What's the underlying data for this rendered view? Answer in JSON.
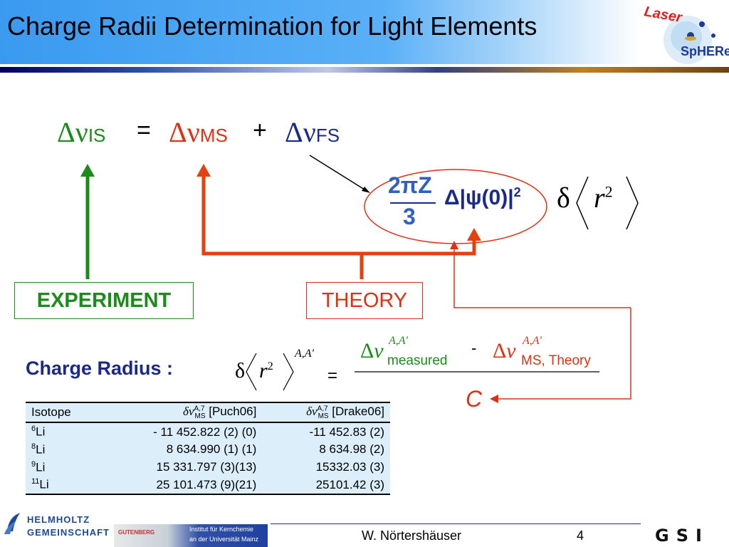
{
  "header": {
    "title": "Charge Radii Determination for Light Elements",
    "logo": {
      "text_top": "Laser",
      "text_bottom": "SpHERe"
    }
  },
  "equation": {
    "lhs_sub": "IS",
    "equals": "=",
    "ms_sub": "MS",
    "plus": "+",
    "fs_sub": "FS",
    "frac_num": "2πZ",
    "frac_den": "3",
    "psi": "Δ|ψ(0)|",
    "psi_exp": "2"
  },
  "labels": {
    "experiment": "EXPERIMENT",
    "theory": "THEORY"
  },
  "charge_radius": {
    "label": "Charge Radius :",
    "superscript": "A,A'",
    "equals": "=",
    "measured_sub": "measured",
    "measured_sup": "A,A'",
    "minus": "-",
    "theory_sub": "MS, Theory",
    "theory_sup": "A,A'",
    "constant": "C"
  },
  "table": {
    "headers": [
      "Isotope",
      "[Puch06]",
      "[Drake06]"
    ],
    "header_sup": "A,7",
    "header_sub": "MS",
    "rows": [
      {
        "mass": "6",
        "el": "Li",
        "puch": "- 11 452.822 (2)  (0)",
        "drake": "-11 452.83 (2)"
      },
      {
        "mass": "8",
        "el": "Li",
        "puch": "8 634.990 (1)   (1)",
        "drake": "8 634.98 (2)"
      },
      {
        "mass": "9",
        "el": "Li",
        "puch": "15 331.797 (3)(13)",
        "drake": "15332.03 (3)"
      },
      {
        "mass": "11",
        "el": "Li",
        "puch": "25 101.473 (9)(21)",
        "drake": "25101.42 (3)"
      }
    ]
  },
  "footer": {
    "helmholtz_1": "HELMHOLTZ",
    "helmholtz_2": "GEMEINSCHAFT",
    "gutenberg": "GUTENBERG",
    "institut_1": "Institut für Kernchemie",
    "institut_2": "an der Universität Mainz",
    "author": "W. Nörtershäuser",
    "page": "4",
    "gsi": "GSI"
  },
  "colors": {
    "green": "#1a8c1a",
    "red": "#e03010",
    "navy": "#1a2a8c",
    "lightblue": "#dbeefa"
  }
}
